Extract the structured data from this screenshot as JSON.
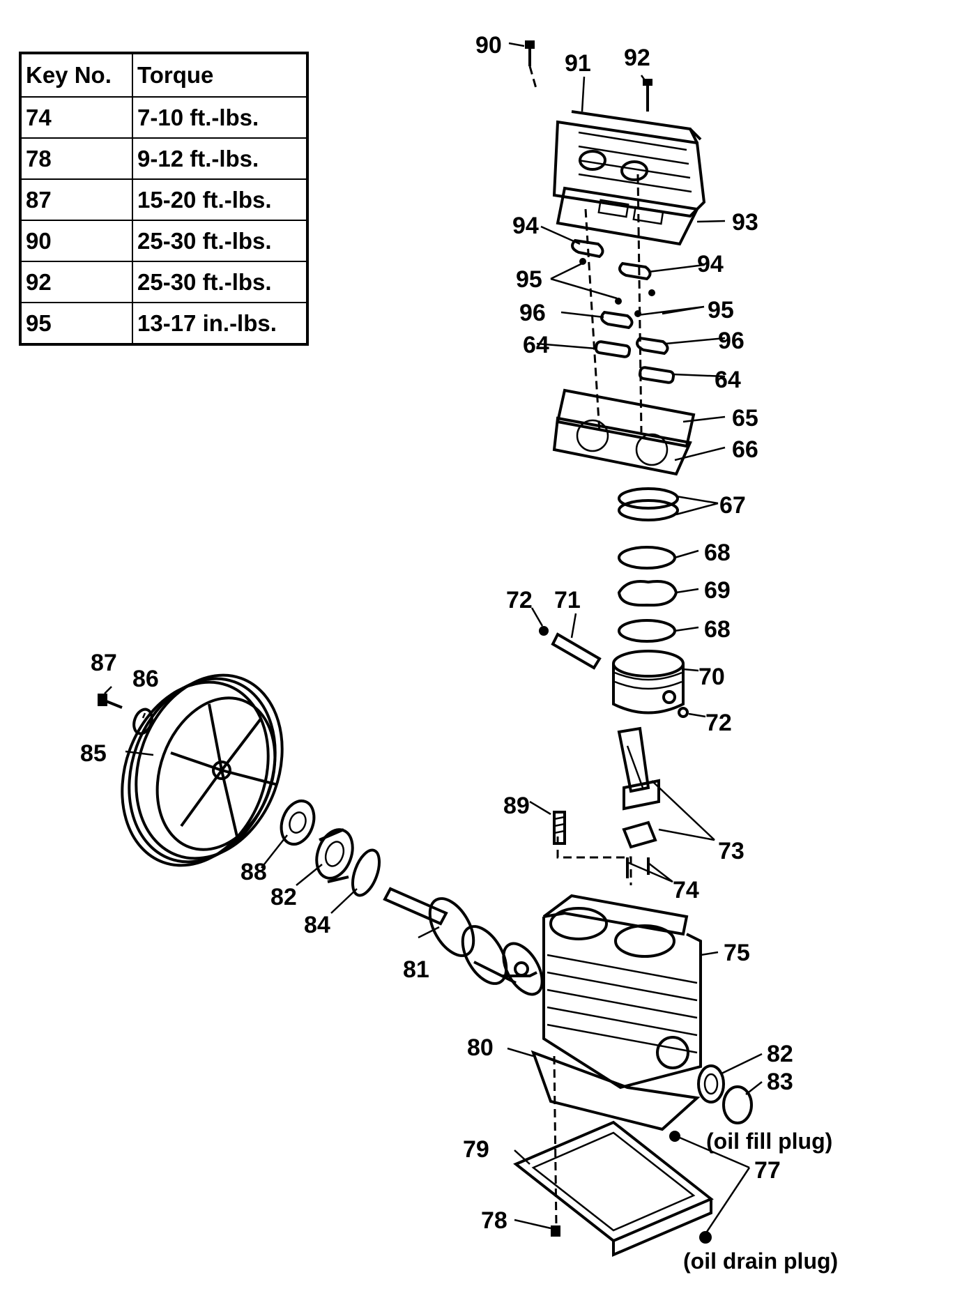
{
  "table": {
    "headers": [
      "Key No.",
      "Torque"
    ],
    "rows": [
      [
        "74",
        "7-10 ft.-lbs."
      ],
      [
        "78",
        "9-12 ft.-lbs."
      ],
      [
        "87",
        "15-20 ft.-lbs."
      ],
      [
        "90",
        "25-30 ft.-lbs."
      ],
      [
        "92",
        "25-30 ft.-lbs."
      ],
      [
        "95",
        "13-17 in.-lbs."
      ]
    ]
  },
  "callouts": {
    "c90": "90",
    "c91": "91",
    "c92": "92",
    "c93": "93",
    "c94a": "94",
    "c94b": "94",
    "c95a": "95",
    "c95b": "95",
    "c96a": "96",
    "c96b": "96",
    "c64a": "64",
    "c64b": "64",
    "c65": "65",
    "c66": "66",
    "c67": "67",
    "c68a": "68",
    "c68b": "68",
    "c69": "69",
    "c70": "70",
    "c71": "71",
    "c72a": "72",
    "c72b": "72",
    "c73": "73",
    "c74": "74",
    "c75": "75",
    "c77": "77",
    "c78": "78",
    "c79": "79",
    "c80": "80",
    "c81": "81",
    "c82a": "82",
    "c82b": "82",
    "c83": "83",
    "c84": "84",
    "c85": "85",
    "c86": "86",
    "c87": "87",
    "c88": "88",
    "c89": "89"
  },
  "notes": {
    "oil_fill": "(oil fill plug)",
    "oil_drain": "(oil drain plug)"
  }
}
